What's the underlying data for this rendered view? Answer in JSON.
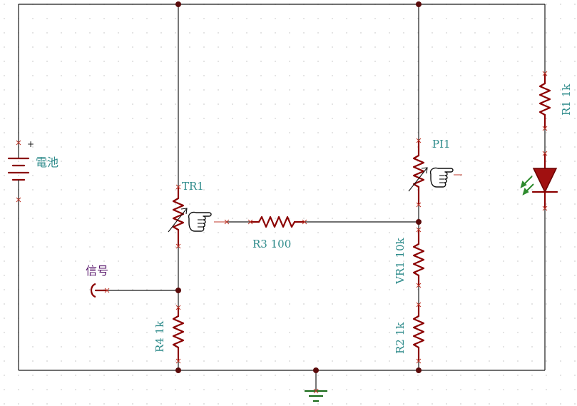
{
  "labels": {
    "battery": "電池",
    "battery_plus": "+",
    "signal": "信号",
    "tr1": "TR1",
    "pi1": "PI1",
    "r1": "R1 1k",
    "r2": "R2 1k",
    "r3": "R3 100",
    "r4": "R4 1k",
    "vr1": "VR1 10k"
  },
  "colors": {
    "wire": "#1a1a1a",
    "component": "#8b0000",
    "label": "#2e8b8b",
    "signal_label": "#5b1a6e",
    "led_fill": "#a01010",
    "led_rays": "#2e8b2e",
    "grid_dot": "#d0d0d0"
  },
  "icons": {
    "pointer_tr1": "pointing-hand-icon",
    "pointer_pi1": "pointing-hand-icon",
    "ground": "ground-symbol-icon"
  }
}
